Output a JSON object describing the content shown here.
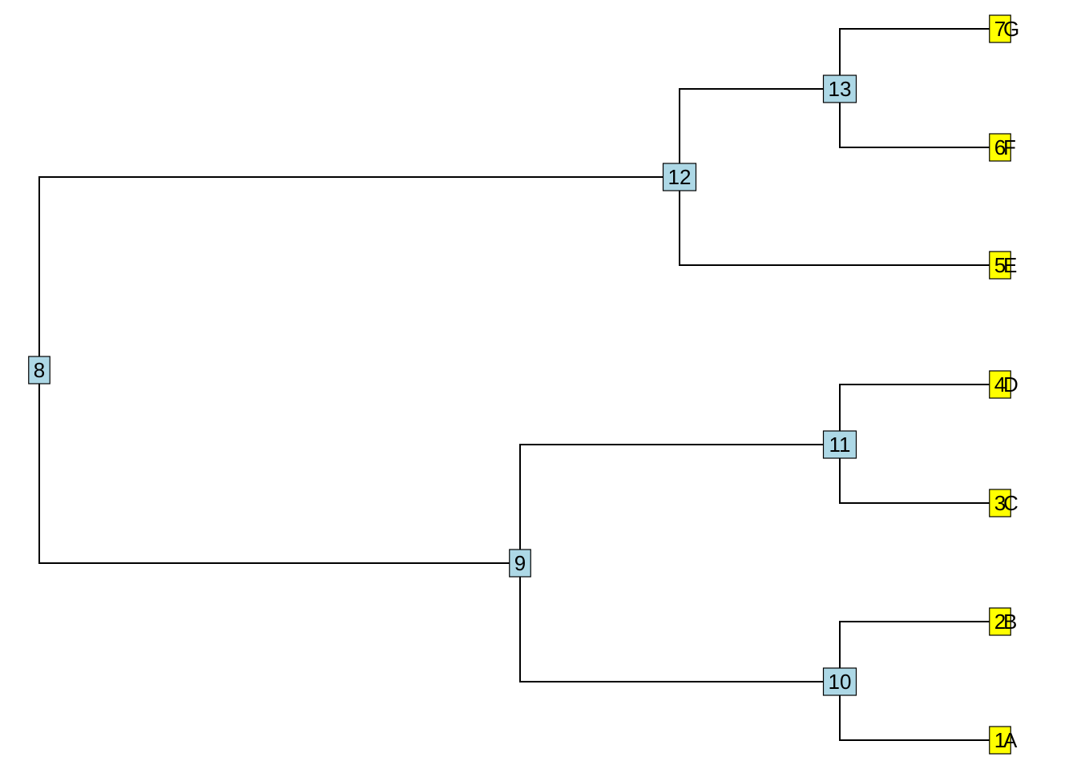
{
  "colors": {
    "internal_node_fill": "#add8e6",
    "tip_node_fill": "#ffff00",
    "edge": "#000000"
  },
  "tree": {
    "nodes": [
      {
        "id": "8",
        "label": "8",
        "type": "internal"
      },
      {
        "id": "9",
        "label": "9",
        "type": "internal"
      },
      {
        "id": "10",
        "label": "10",
        "type": "internal"
      },
      {
        "id": "11",
        "label": "11",
        "type": "internal"
      },
      {
        "id": "12",
        "label": "12",
        "type": "internal"
      },
      {
        "id": "13",
        "label": "13",
        "type": "internal"
      },
      {
        "id": "1",
        "label": "1",
        "type": "tip",
        "tip_label": "A"
      },
      {
        "id": "2",
        "label": "2",
        "type": "tip",
        "tip_label": "B"
      },
      {
        "id": "3",
        "label": "3",
        "type": "tip",
        "tip_label": "C"
      },
      {
        "id": "4",
        "label": "4",
        "type": "tip",
        "tip_label": "D"
      },
      {
        "id": "5",
        "label": "5",
        "type": "tip",
        "tip_label": "E"
      },
      {
        "id": "6",
        "label": "6",
        "type": "tip",
        "tip_label": "F"
      },
      {
        "id": "7",
        "label": "7",
        "type": "tip",
        "tip_label": "G"
      }
    ],
    "edges": [
      {
        "parent": "8",
        "child": "12"
      },
      {
        "parent": "8",
        "child": "9"
      },
      {
        "parent": "12",
        "child": "13"
      },
      {
        "parent": "12",
        "child": "5"
      },
      {
        "parent": "13",
        "child": "7"
      },
      {
        "parent": "13",
        "child": "6"
      },
      {
        "parent": "9",
        "child": "11"
      },
      {
        "parent": "9",
        "child": "10"
      },
      {
        "parent": "11",
        "child": "4"
      },
      {
        "parent": "11",
        "child": "3"
      },
      {
        "parent": "10",
        "child": "2"
      },
      {
        "parent": "10",
        "child": "1"
      }
    ]
  }
}
